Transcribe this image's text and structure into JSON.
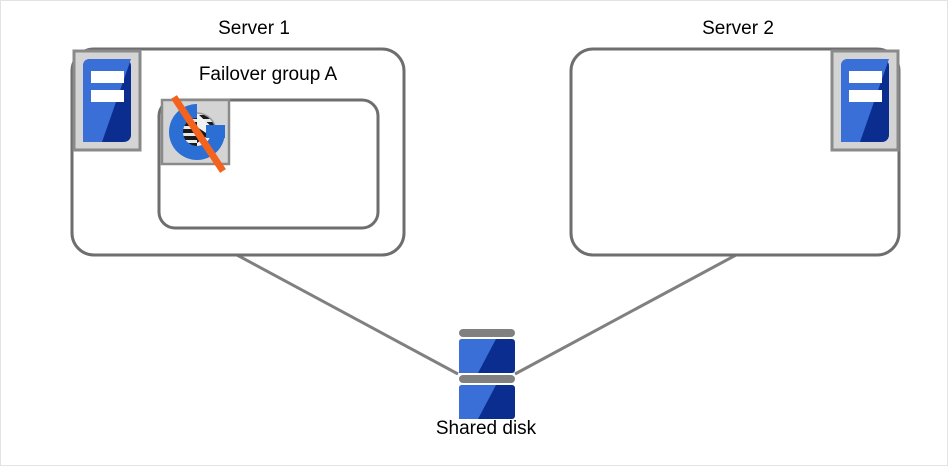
{
  "diagram": {
    "type": "cluster-failover-topology",
    "background_color": "#ffffff",
    "frame_border_color": "#e3e3e3",
    "box_border_color": "#6e6e6e",
    "connector_color": "#808080",
    "icon_frame_fill": "#d4d4d4",
    "icon_frame_border": "#808080",
    "blue_light": "#3a6fd8",
    "blue_dark": "#0b2d8f",
    "strike_color": "#f4631e",
    "servers": [
      {
        "id": "server-1",
        "title": "Server 1",
        "icon": "server-icon",
        "icon_position": "top-left",
        "groups": [
          {
            "id": "failover-group-a",
            "title": "Failover group A",
            "icon": "failover-group-icon",
            "status": "stopped",
            "status_marker": "strike-through"
          }
        ]
      },
      {
        "id": "server-2",
        "title": "Server 2",
        "icon": "server-icon",
        "icon_position": "top-right",
        "groups": []
      }
    ],
    "storage": {
      "id": "shared-disk",
      "title": "Shared disk",
      "icon": "disk-stack-icon",
      "platters": 2
    },
    "connectors": [
      {
        "from": "server-1",
        "to": "shared-disk"
      },
      {
        "from": "server-2",
        "to": "shared-disk"
      }
    ]
  }
}
